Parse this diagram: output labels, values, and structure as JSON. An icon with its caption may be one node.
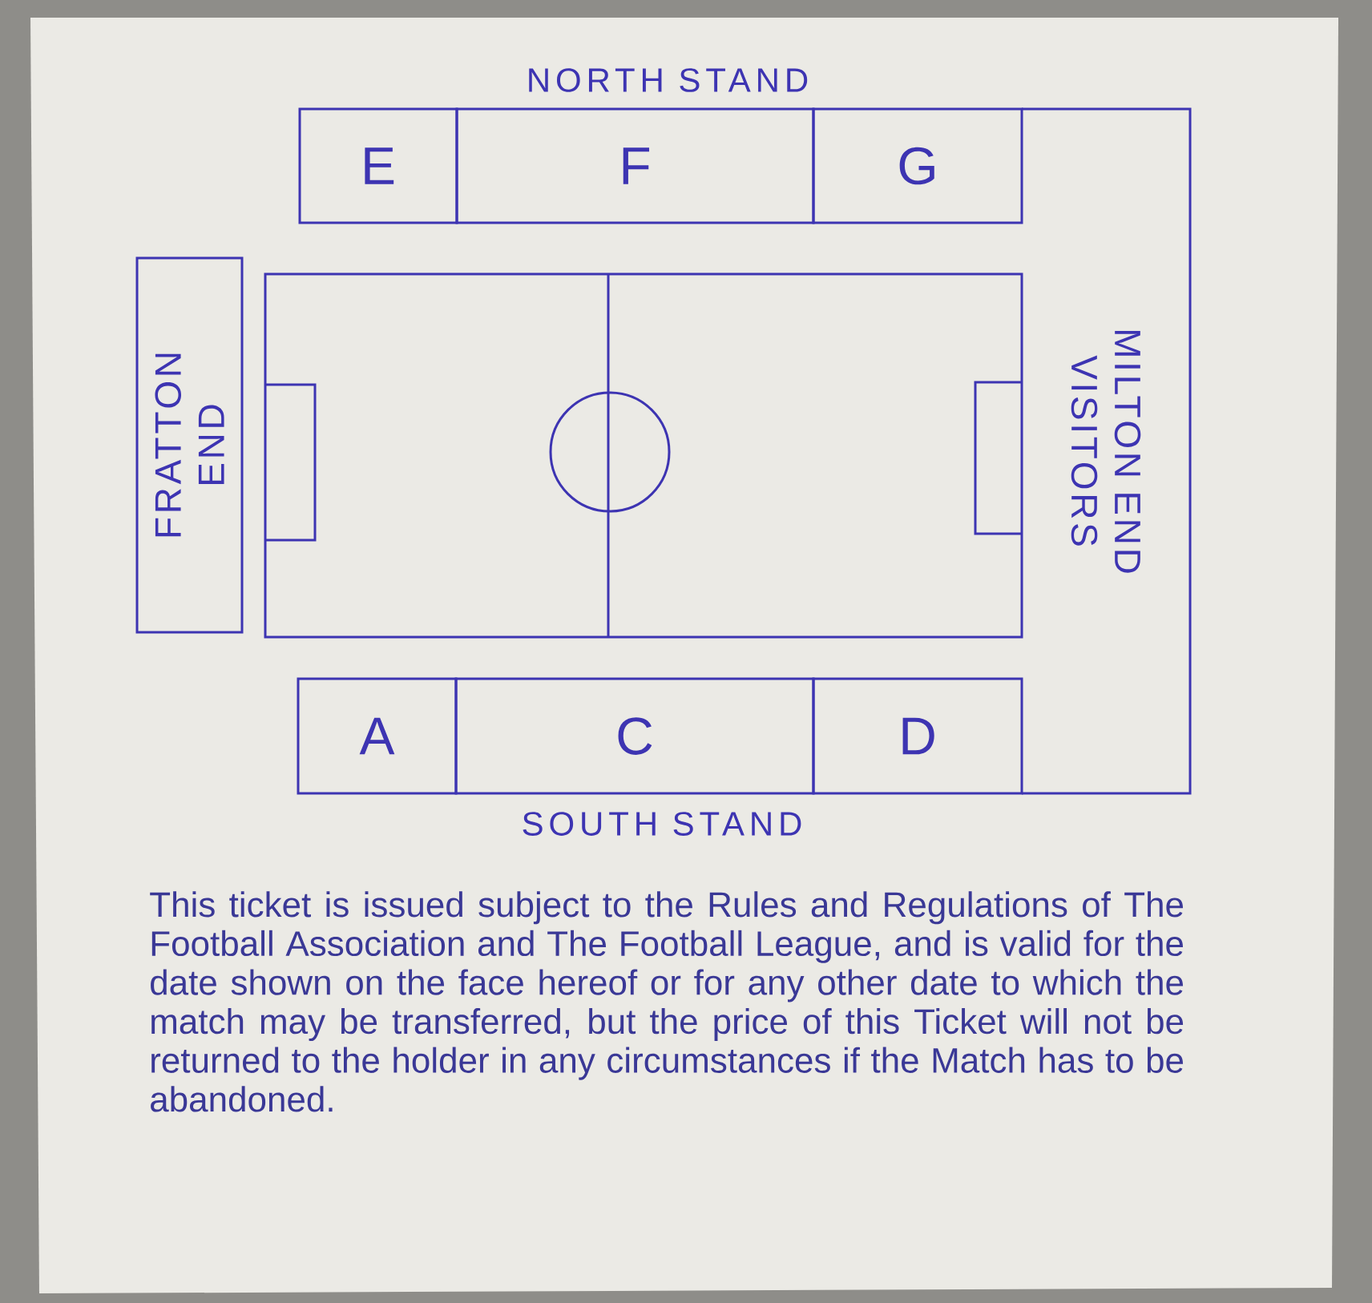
{
  "diagram": {
    "nodes": [
      {
        "text": [
          "E"
        ]
      },
      {
        "text": [
          "F"
        ]
      },
      {
        "text": [
          "G"
        ]
      },
      {
        "text": [
          "FRATTON END"
        ]
      },
      {
        "text": [],
        "shape": "box"
      },
      {
        "text": [
          "MILTON END",
          "VISITORS"
        ]
      },
      {
        "text": [
          "A"
        ]
      },
      {
        "text": [
          "C"
        ]
      },
      {
        "text": [
          "D"
        ]
      }
    ],
    "labels": [
      "NORTH STAND",
      "SOUTH STAND",
      "This ticket is issued subject to the Rules and Regulations of The Football Association and The Football League, and is valid for the date shown on the face hereof or for any other date to which the match may be transferred, but the price of this Ticket will not be returned to the holder in any circumstances if the Match has to be abandoned."
    ]
  }
}
